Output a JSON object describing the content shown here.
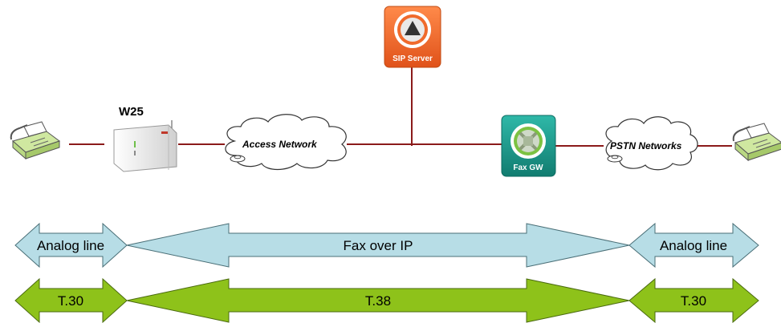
{
  "devices": {
    "w25_label": "W25",
    "sip_server_label": "SIP Server",
    "fax_gw_label": "Fax GW"
  },
  "networks": {
    "access_label": "Access Network",
    "pstn_label": "PSTN Networks"
  },
  "segments_row1": {
    "left": "Analog line",
    "middle": "Fax over IP",
    "right": "Analog line"
  },
  "segments_row2": {
    "left": "T.30",
    "middle": "T.38",
    "right": "T.30"
  },
  "colors": {
    "link_line": "#8b1a1a",
    "row1_fill": "#b7dde6",
    "row2_fill": "#8ec21a",
    "sip_orange": "#f26a2b",
    "fax_gw_teal": "#1a9a8c"
  }
}
